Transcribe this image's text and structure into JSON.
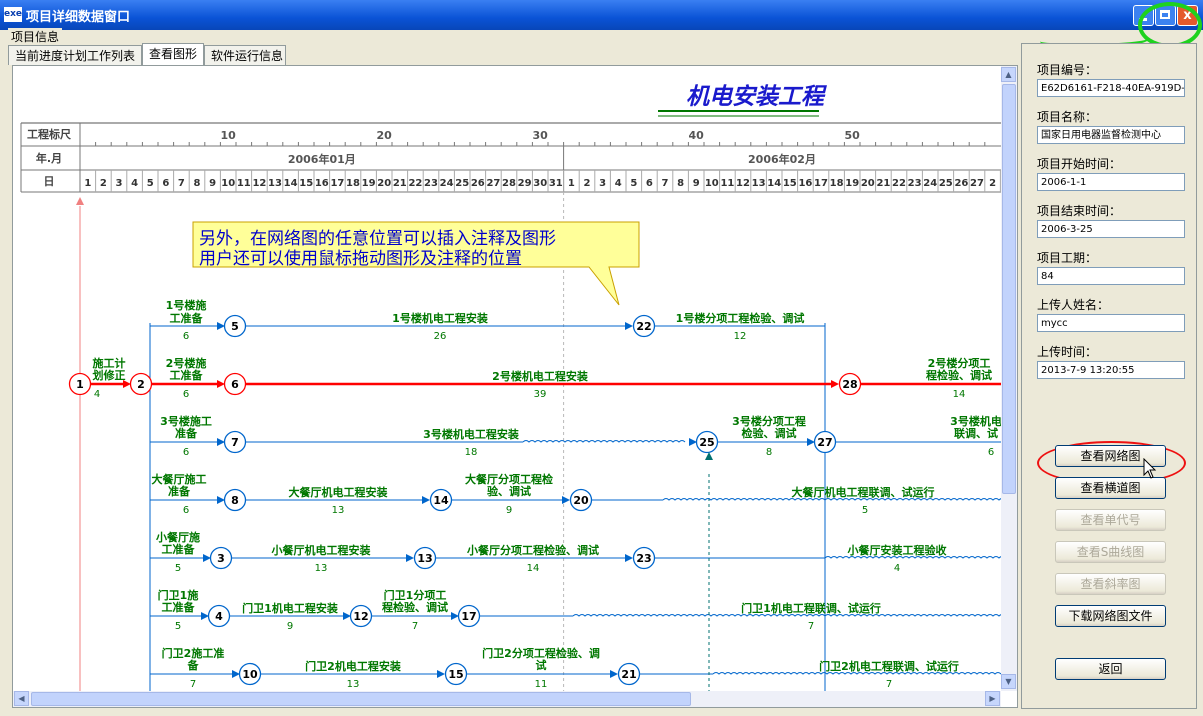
{
  "window": {
    "title": "项目详细数据窗口",
    "app_icon": "app-icon",
    "min_icon": "minimize-icon",
    "max_icon": "maximize-icon",
    "close_icon": "close-icon",
    "close_glyph": "x"
  },
  "group_label": "项目信息",
  "tabs": [
    {
      "label": "当前进度计划工作列表",
      "active": false
    },
    {
      "label": "查看图形",
      "active": true
    },
    {
      "label": "软件运行信息",
      "active": false
    }
  ],
  "diagram": {
    "title": "机电安装工程",
    "ruler_label": "工程标尺",
    "month_label": "年.月",
    "day_label": "日",
    "ruler_ticks": [
      "10",
      "20",
      "30",
      "40",
      "50"
    ],
    "months": [
      "2006年01月",
      "2006年02月"
    ],
    "days_jan": [
      "1",
      "2",
      "3",
      "4",
      "5",
      "6",
      "7",
      "8",
      "9",
      "10",
      "11",
      "12",
      "13",
      "14",
      "15",
      "16",
      "17",
      "18",
      "19",
      "20",
      "21",
      "22",
      "23",
      "24",
      "25",
      "26",
      "27",
      "28",
      "29",
      "30",
      "31"
    ],
    "days_feb": [
      "1",
      "2",
      "3",
      "4",
      "5",
      "6",
      "7",
      "8",
      "9",
      "10",
      "11",
      "12",
      "13",
      "14",
      "15",
      "16",
      "17",
      "18",
      "19",
      "20",
      "21",
      "22",
      "23",
      "24",
      "25",
      "26",
      "27",
      "2"
    ],
    "note_line1": "另外，在网络图的任意位置可以插入注释及图形",
    "note_line2": "用户还可以使用鼠标拖动图形及注释的位置",
    "nodes": [
      "1",
      "2",
      "5",
      "6",
      "7",
      "8",
      "3",
      "4",
      "10",
      "22",
      "28",
      "25",
      "27",
      "14",
      "20",
      "13",
      "23",
      "12",
      "17",
      "15",
      "21"
    ],
    "activities": [
      {
        "label": [
          "施工计",
          "划修正"
        ],
        "dur": "4"
      },
      {
        "label": [
          "1号楼施",
          "工准备"
        ],
        "dur": "6"
      },
      {
        "label": [
          "1号楼机电工程安装"
        ],
        "dur": "26"
      },
      {
        "label": [
          "1号楼分项工程检验、调试"
        ],
        "dur": "12"
      },
      {
        "label": [
          "2号楼施",
          "工准备"
        ],
        "dur": "6"
      },
      {
        "label": [
          "2号楼机电工程安装"
        ],
        "dur": "39"
      },
      {
        "label": [
          "2号楼分项工",
          "程检验、调试"
        ],
        "dur": "14"
      },
      {
        "label": [
          "3号楼施工",
          "准备"
        ],
        "dur": "6"
      },
      {
        "label": [
          "3号楼机电工程安装"
        ],
        "dur": "18"
      },
      {
        "label": [
          "3号楼分项工程",
          "检验、调试"
        ],
        "dur": "8"
      },
      {
        "label": [
          "3号楼机电",
          "联调、试"
        ],
        "dur": "6"
      },
      {
        "label": [
          "大餐厅施工",
          "准备"
        ],
        "dur": "6"
      },
      {
        "label": [
          "大餐厅机电工程安装"
        ],
        "dur": "13"
      },
      {
        "label": [
          "大餐厅分项工程检",
          "验、调试"
        ],
        "dur": "9"
      },
      {
        "label": [
          "大餐厅机电工程联调、试运行"
        ],
        "dur": "5"
      },
      {
        "label": [
          "小餐厅施",
          "工准备"
        ],
        "dur": "5"
      },
      {
        "label": [
          "小餐厅机电工程安装"
        ],
        "dur": "13"
      },
      {
        "label": [
          "小餐厅分项工程检验、调试"
        ],
        "dur": "14"
      },
      {
        "label": [
          "小餐厅安装工程验收"
        ],
        "dur": "4"
      },
      {
        "label": [
          "门卫1施",
          "工准备"
        ],
        "dur": "5"
      },
      {
        "label": [
          "门卫1机电工程安装"
        ],
        "dur": "9"
      },
      {
        "label": [
          "门卫1分项工",
          "程检验、调试"
        ],
        "dur": "7"
      },
      {
        "label": [
          "门卫1机电工程联调、试运行"
        ],
        "dur": "7"
      },
      {
        "label": [
          "门卫2施工准",
          "备"
        ],
        "dur": "7"
      },
      {
        "label": [
          "门卫2机电工程安装"
        ],
        "dur": "13"
      },
      {
        "label": [
          "门卫2分项工程检验、调",
          "试"
        ],
        "dur": "11"
      },
      {
        "label": [
          "门卫2机电工程联调、试运行"
        ],
        "dur": "7"
      }
    ]
  },
  "fields": [
    {
      "label": "项目编号：",
      "value": "E62D6161-F218-40EA-919D-"
    },
    {
      "label": "项目名称：",
      "value": "国家日用电器监督检测中心"
    },
    {
      "label": "项目开始时间：",
      "value": "2006-1-1"
    },
    {
      "label": "项目结束时间：",
      "value": "2006-3-25"
    },
    {
      "label": "项目工期：",
      "value": "84"
    },
    {
      "label": "上传人姓名：",
      "value": "mycc"
    },
    {
      "label": "上传时间：",
      "value": "2013-7-9 13:20:55"
    }
  ],
  "buttons": [
    {
      "label": "查看网络图",
      "enabled": true
    },
    {
      "label": "查看横道图",
      "enabled": true
    },
    {
      "label": "查看单代号",
      "enabled": false
    },
    {
      "label": "查看S曲线图",
      "enabled": false
    },
    {
      "label": "查看斜率图",
      "enabled": false
    },
    {
      "label": "下载网络图文件",
      "enabled": true
    },
    {
      "label": "返回",
      "enabled": true
    }
  ],
  "colors": {
    "critical": "#ff0000",
    "normal": "#0066cc",
    "label_green": "#007700",
    "title_blue": "#1a1acc",
    "note_bg": "#ffff99"
  }
}
